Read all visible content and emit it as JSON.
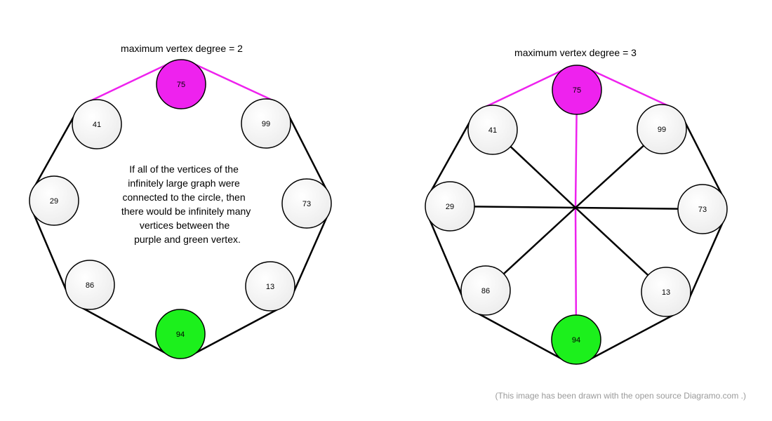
{
  "colors": {
    "edge": "#000000",
    "highlight_edge": "#ee22ee",
    "node_fill": "#f4f4f4",
    "node_stroke": "#000000",
    "purple_node": "#ee22ee",
    "green_node": "#1cf01c",
    "credit": "#9a9a9a"
  },
  "left_graph": {
    "title": "maximum vertex degree = 2",
    "note_lines": [
      "If all of the vertices of the",
      "infinitely large graph were",
      "connected to the circle, then",
      "there would be infinitely many",
      "vertices between the",
      "purple and green vertex."
    ],
    "nodes": [
      {
        "id": "75",
        "label": "75",
        "color": "purple"
      },
      {
        "id": "99",
        "label": "99",
        "color": "plain"
      },
      {
        "id": "73",
        "label": "73",
        "color": "plain"
      },
      {
        "id": "13",
        "label": "13",
        "color": "plain"
      },
      {
        "id": "94",
        "label": "94",
        "color": "green"
      },
      {
        "id": "86",
        "label": "86",
        "color": "plain"
      },
      {
        "id": "29",
        "label": "29",
        "color": "plain"
      },
      {
        "id": "41",
        "label": "41",
        "color": "plain"
      }
    ],
    "edges": [
      {
        "from": "75",
        "to": "99",
        "style": "highlight"
      },
      {
        "from": "99",
        "to": "73",
        "style": "normal"
      },
      {
        "from": "73",
        "to": "13",
        "style": "normal"
      },
      {
        "from": "13",
        "to": "94",
        "style": "normal"
      },
      {
        "from": "94",
        "to": "86",
        "style": "normal"
      },
      {
        "from": "86",
        "to": "29",
        "style": "normal"
      },
      {
        "from": "29",
        "to": "41",
        "style": "normal"
      },
      {
        "from": "41",
        "to": "75",
        "style": "highlight"
      }
    ]
  },
  "right_graph": {
    "title": "maximum vertex degree = 3",
    "nodes": [
      {
        "id": "75",
        "label": "75",
        "color": "purple"
      },
      {
        "id": "99",
        "label": "99",
        "color": "plain"
      },
      {
        "id": "73",
        "label": "73",
        "color": "plain"
      },
      {
        "id": "13",
        "label": "13",
        "color": "plain"
      },
      {
        "id": "94",
        "label": "94",
        "color": "green"
      },
      {
        "id": "86",
        "label": "86",
        "color": "plain"
      },
      {
        "id": "29",
        "label": "29",
        "color": "plain"
      },
      {
        "id": "41",
        "label": "41",
        "color": "plain"
      }
    ],
    "edges": [
      {
        "from": "75",
        "to": "99",
        "style": "highlight"
      },
      {
        "from": "99",
        "to": "73",
        "style": "normal"
      },
      {
        "from": "73",
        "to": "13",
        "style": "normal"
      },
      {
        "from": "13",
        "to": "94",
        "style": "normal"
      },
      {
        "from": "94",
        "to": "86",
        "style": "normal"
      },
      {
        "from": "86",
        "to": "29",
        "style": "normal"
      },
      {
        "from": "29",
        "to": "41",
        "style": "normal"
      },
      {
        "from": "41",
        "to": "75",
        "style": "highlight"
      },
      {
        "from": "75",
        "to": "94",
        "style": "highlight"
      },
      {
        "from": "41",
        "to": "13",
        "style": "normal"
      },
      {
        "from": "99",
        "to": "86",
        "style": "normal"
      },
      {
        "from": "29",
        "to": "73",
        "style": "normal"
      }
    ]
  },
  "credit": "(This image has been drawn with the open source Diagramo.com .)"
}
